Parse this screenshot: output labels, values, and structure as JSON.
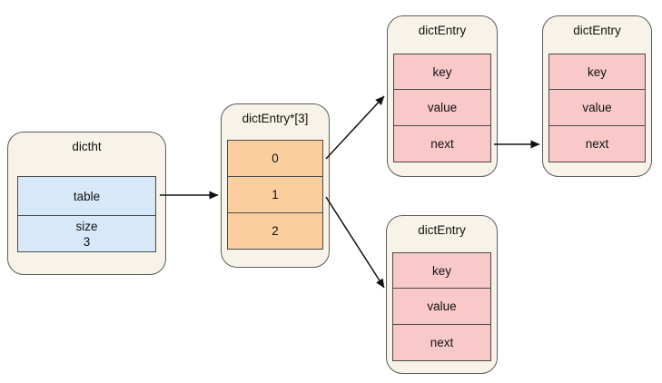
{
  "colors": {
    "canvas_bg": "#ffffff",
    "box_fill": "#f7f3e8",
    "box_border": "#5c5c5c",
    "cell_border": "#4a4a4a",
    "blue_cell": "#d7e8f8",
    "orange_cell": "#fbce9d",
    "pink_cell": "#f9c9c9",
    "arrow_color": "#111111",
    "text_color": "#111111"
  },
  "nodes": {
    "dictht": {
      "title": "dictht",
      "cells": [
        {
          "label": "table"
        },
        {
          "label": "size",
          "value": "3"
        }
      ]
    },
    "bucket_array": {
      "title": "dictEntry*[3]",
      "cells": [
        {
          "label": "0"
        },
        {
          "label": "1"
        },
        {
          "label": "2"
        }
      ]
    },
    "entry_top_first": {
      "title": "dictEntry",
      "cells": [
        {
          "label": "key"
        },
        {
          "label": "value"
        },
        {
          "label": "next"
        }
      ]
    },
    "entry_top_second": {
      "title": "dictEntry",
      "cells": [
        {
          "label": "key"
        },
        {
          "label": "value"
        },
        {
          "label": "next"
        }
      ]
    },
    "entry_bottom": {
      "title": "dictEntry",
      "cells": [
        {
          "label": "key"
        },
        {
          "label": "value"
        },
        {
          "label": "next"
        }
      ]
    }
  },
  "edges": [
    {
      "from": "dictht.table",
      "to": "bucket_array"
    },
    {
      "from": "bucket_array.0",
      "to": "entry_top_first"
    },
    {
      "from": "bucket_array.1",
      "to": "entry_bottom"
    },
    {
      "from": "entry_top_first.next",
      "to": "entry_top_second"
    }
  ]
}
